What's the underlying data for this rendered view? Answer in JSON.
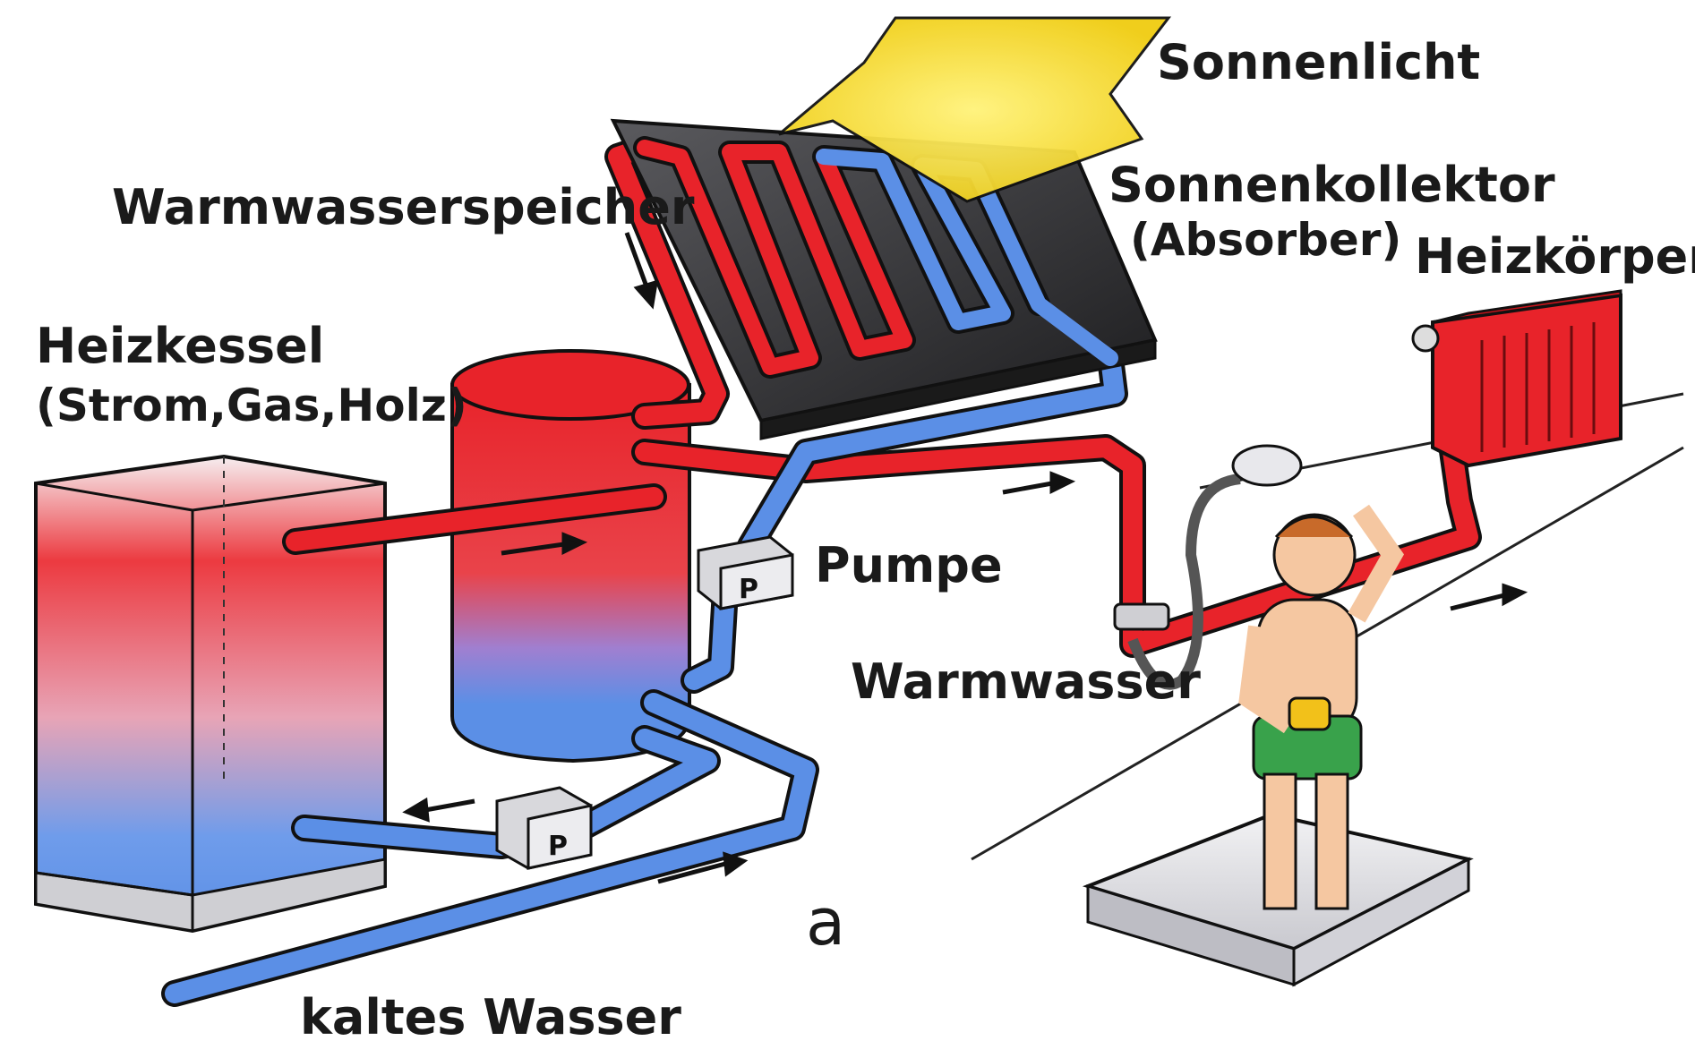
{
  "labels": {
    "sunlight": "Sonnenlicht",
    "storage_tank": "Warmwasserspeicher",
    "collector": "Sonnenkollektor",
    "collector_sub": "(Absorber)",
    "boiler": "Heizkessel",
    "boiler_sub": "(Strom,Gas,Holz)",
    "radiator": "Heizkörper",
    "pump": "Pumpe",
    "hot_water": "Warmwasser",
    "cold_water": "kaltes Wasser",
    "figure_letter": "a"
  },
  "pump_symbol": "P",
  "colors": {
    "hot": "#e8232a",
    "cold": "#5b8fe6",
    "collector_body": "#2e2e30",
    "sun": "#f2d52a",
    "outline": "#111111"
  }
}
